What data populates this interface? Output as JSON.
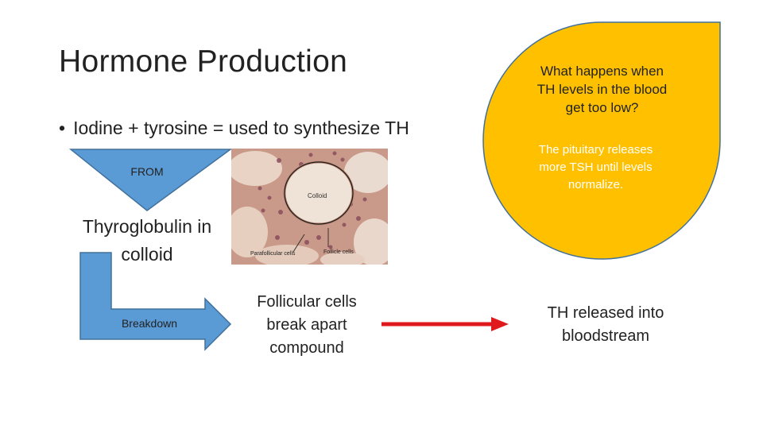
{
  "slide": {
    "title": "Hormone Production",
    "bullet_marker": "•",
    "bullet_text": "Iodine + tyrosine = used to synthesize TH"
  },
  "flow": {
    "from_label": "FROM",
    "source_line1": "Thyroglobulin in",
    "source_line2": "colloid",
    "breakdown_label": "Breakdown",
    "step_line1": "Follicular cells",
    "step_line2": "break apart",
    "step_line3": "compound",
    "result_line1": "TH released into",
    "result_line2": "bloodstream"
  },
  "micrograph": {
    "label_colloid": "Colloid",
    "label_parafollicular": "Parafollicular cells",
    "label_follicle": "Follicle cells"
  },
  "callout": {
    "question_line1": "What happens when",
    "question_line2": "TH levels in the blood",
    "question_line3": "get too low?",
    "answer_line1": "The pituitary releases",
    "answer_line2": "more TSH until levels",
    "answer_line3": "normalize."
  },
  "colors": {
    "arrow_fill": "#5b9bd5",
    "arrow_stroke": "#41719c",
    "red_arrow": "#e0191d",
    "callout_fill": "#ffc000",
    "callout_stroke": "#41719c",
    "text": "#222222"
  }
}
